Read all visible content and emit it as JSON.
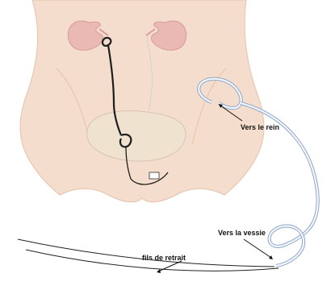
{
  "labels": {
    "kidney": "Vers le rein",
    "bladder": "Vers la vessie",
    "strings": "fils de retrait"
  },
  "colors": {
    "skin": "#f4ddcc",
    "skin_outline": "#e6c2aa",
    "kidney": "#eab9b3",
    "kidney_dark": "#d99c97",
    "bladder": "#efe2cf",
    "stent": "#1e1e1e",
    "stent_outline": "#8fa7c8",
    "stent_fill": "#f3f7fb",
    "string": "#222222"
  },
  "icons": {
    "body": "lower-torso-anatomy",
    "kidney_left": "kidney-icon",
    "kidney_right": "kidney-icon",
    "bladder": "bladder-icon",
    "ureter": "ureter-line",
    "stent_in_body": "double-j-stent-in-body",
    "stent_enlarged": "double-j-stent-enlarged"
  }
}
